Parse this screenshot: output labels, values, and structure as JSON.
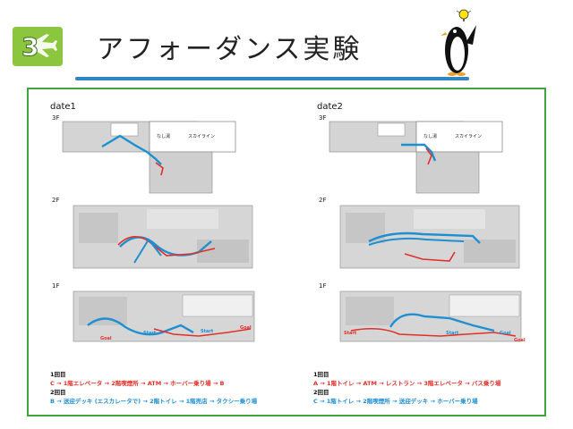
{
  "header": {
    "step_number": "3",
    "title": "アフォーダンス実験"
  },
  "date1": {
    "label": "date1",
    "floors": [
      "3F",
      "2F",
      "1F"
    ],
    "map_labels": [
      "なし湯",
      "スカイライン",
      "Start",
      "Goal",
      "Start",
      "Goal"
    ],
    "route1_head": "1回目",
    "route1": "C → 1階エレベータ → 2階喫煙所 → ATM → ホーバー乗り場 → B",
    "route2_head": "2回目",
    "route2": "B → 送迎デッキ (エスカレータで) → 2階トイレ → 1階売店 → タクシー乗り場"
  },
  "date2": {
    "label": "date2",
    "floors": [
      "3F",
      "2F",
      "1F"
    ],
    "map_labels": [
      "なし湯",
      "スカイライン",
      "Start",
      "Start",
      "Goal",
      "Goal"
    ],
    "route1_head": "1回目",
    "route1": "A → 1階トイレ → ATM → レストラン → 3階エレベータ → バス乗り場",
    "route2_head": "2回目",
    "route2": "C → 1階トイレ → 2階喫煙所 → 送迎デッキ → ホーバー乗り場"
  },
  "colors": {
    "underline": "#2f86c7",
    "panel_border": "#3fa63f",
    "route_red": "#e0302a",
    "route_blue": "#1e8fd0",
    "badge_green": "#8cc63f"
  },
  "icons": [
    "airplane-icon",
    "penguin-lightbulb-illustration"
  ]
}
